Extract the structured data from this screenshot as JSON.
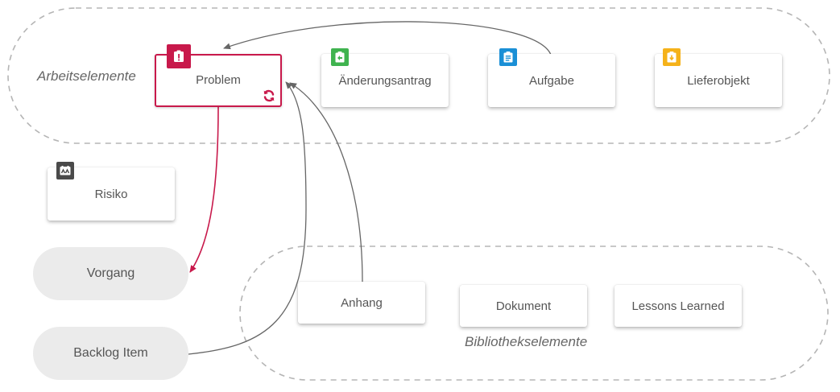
{
  "groups": {
    "work_items_label": "Arbeitselemente",
    "library_items_label": "Bibliothekselemente"
  },
  "cards": {
    "problem": {
      "label": "Problem",
      "icon": "problem-icon",
      "color": "#c8194b"
    },
    "change_request": {
      "label": "Änderungsantrag",
      "icon": "change-request-icon",
      "color": "#3fb34f"
    },
    "task": {
      "label": "Aufgabe",
      "icon": "task-icon",
      "color": "#1a8fd6"
    },
    "deliverable": {
      "label": "Lieferobjekt",
      "icon": "deliverable-icon",
      "color": "#f5b21a"
    },
    "risk": {
      "label": "Risiko",
      "icon": "risk-icon",
      "color": "#4a4a4a"
    },
    "attachment": {
      "label": "Anhang"
    },
    "document": {
      "label": "Dokument"
    },
    "lessons_learned": {
      "label": "Lessons Learned"
    }
  },
  "pills": {
    "process": {
      "label": "Vorgang"
    },
    "backlog_item": {
      "label": "Backlog Item"
    }
  },
  "colors": {
    "accent": "#c8194b",
    "connector": "#666666",
    "dashed_border": "#b5b5b5",
    "pill_bg": "#ebebeb"
  }
}
